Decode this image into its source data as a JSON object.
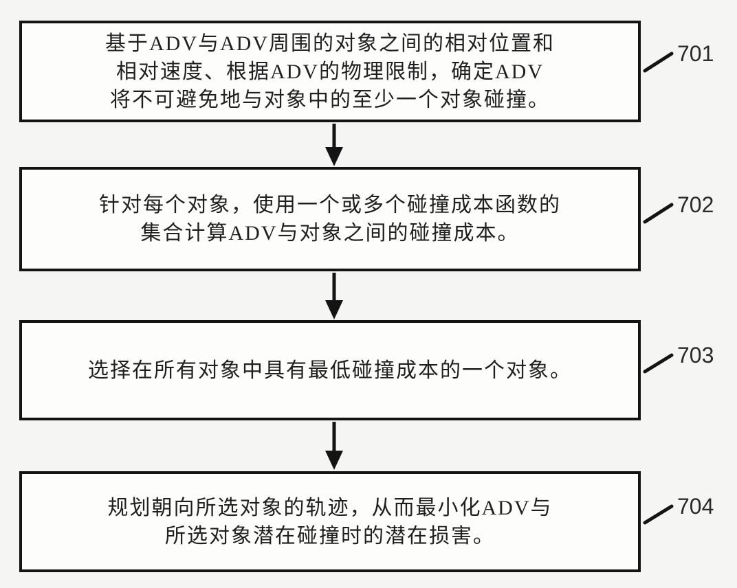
{
  "figure": {
    "type": "flowchart",
    "direction": "top-down",
    "colors": {
      "background": "#f5f5f4",
      "box_fill": "#fdfdfc",
      "line_color": "#141414",
      "text_color": "#1f1f1f"
    }
  },
  "flowchart": {
    "steps": [
      {
        "label": "701",
        "text": "基于ADV与ADV周围的对象之间的相对位置和\n相对速度、根据ADV的物理限制，确定ADV\n将不可避免地与对象中的至少一个对象碰撞。"
      },
      {
        "label": "702",
        "text": "针对每个对象，使用一个或多个碰撞成本函数的\n集合计算ADV与对象之间的碰撞成本。"
      },
      {
        "label": "703",
        "text": "选择在所有对象中具有最低碰撞成本的一个对象。"
      },
      {
        "label": "704",
        "text": "规划朝向所选对象的轨迹，从而最小化ADV与\n所选对象潜在碰撞时的潜在损害。"
      }
    ],
    "connectors": [
      "step-701-to-702",
      "step-702-to-703",
      "step-703-to-704"
    ]
  }
}
